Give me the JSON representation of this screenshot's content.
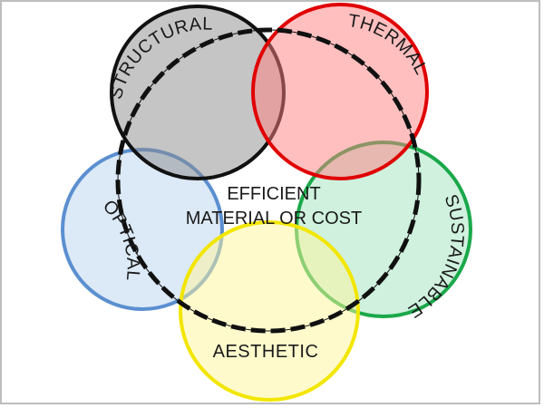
{
  "diagram": {
    "center": {
      "line1": "EFFICIENT",
      "line2": "MATERIAL OR COST",
      "stroke_color": "#111111"
    },
    "circles": [
      {
        "key": "structural",
        "label": "STRUCTURAL",
        "fill": "#8c8c8c",
        "stroke": "#111111"
      },
      {
        "key": "thermal",
        "label": "THERMAL",
        "fill": "#ff8080",
        "stroke": "#e00000"
      },
      {
        "key": "sustainable",
        "label": "SUSTAINABLE",
        "fill": "#9fe3bd",
        "stroke": "#1aa84a"
      },
      {
        "key": "aesthetic",
        "label": "AESTHETIC",
        "fill": "#fff59a",
        "stroke": "#f2e600"
      },
      {
        "key": "optical",
        "label": "OPTICAL",
        "fill": "#b9d3ee",
        "stroke": "#5b8fd0"
      }
    ]
  }
}
